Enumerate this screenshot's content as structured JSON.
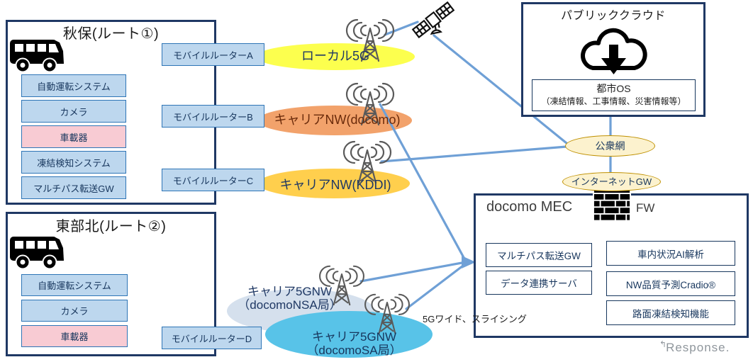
{
  "route1": {
    "title": "秋保(ルート①)",
    "modules": [
      {
        "label": "自動運転システム"
      },
      {
        "label": "カメラ"
      },
      {
        "label": "車載器"
      },
      {
        "label": "凍結検知システム"
      },
      {
        "label": "マルチパス転送GW"
      }
    ]
  },
  "route2": {
    "title": "東部北(ルート②)",
    "modules": [
      {
        "label": "自動運転システム"
      },
      {
        "label": "カメラ"
      },
      {
        "label": "車載器"
      }
    ]
  },
  "routers": {
    "a": "モバイルルーターA",
    "b": "モバイルルーターB",
    "c": "モバイルルーターC",
    "d": "モバイルルーターD"
  },
  "networks": {
    "local5g": {
      "label": "ローカル5G",
      "fill": "#FCFF4E",
      "text_color": "#1F3864"
    },
    "carrier_docomo": {
      "label": "キャリアNW(docomo)",
      "fill": "#F2A26B",
      "text_color": "#6B2B0B"
    },
    "carrier_kddi": {
      "label": "キャリアNW(KDDI)",
      "fill": "#FFCF4D",
      "text_color": "#1F3864"
    },
    "carrier_5g_nsa": {
      "line1": "キャリア5GNW",
      "line2": "（docomoNSA局）",
      "fill": "#D5E0ED",
      "text_color": "#1F3864"
    },
    "carrier_5g_sa": {
      "line1": "キャリア5GNW",
      "line2": "（docomoSA局）",
      "fill": "#58C3E8",
      "text_color": "#17365D"
    }
  },
  "cloud": {
    "title": "パブリッククラウド",
    "os_title": "都市OS",
    "os_detail": "（凍結情報、工事情報、災害情報等）"
  },
  "wan": {
    "label": "公衆網"
  },
  "internet_gw": {
    "label": "インターネットGW"
  },
  "mec": {
    "title": "docomo MEC",
    "fw_label": "FW",
    "modules_left": [
      {
        "label": "マルチパス転送GW"
      },
      {
        "label": "データ連携サーバ"
      }
    ],
    "modules_right": [
      {
        "label": "車内状況AI解析"
      },
      {
        "label": "NW品質予測Cradio®"
      },
      {
        "label": "路面凍結検知機能"
      }
    ]
  },
  "annotations": {
    "slicing": "5Gワイド、スライシング"
  },
  "watermark": "Response.",
  "colors": {
    "line_blue": "#6FA0D6",
    "connector_black": "#1a1a1a",
    "box_border": "#1F3864",
    "module_fill": "#BDD7EE",
    "module_border": "#2E75B6",
    "highlight_fill": "#F8CBD3",
    "text_navy": "#17365D"
  }
}
